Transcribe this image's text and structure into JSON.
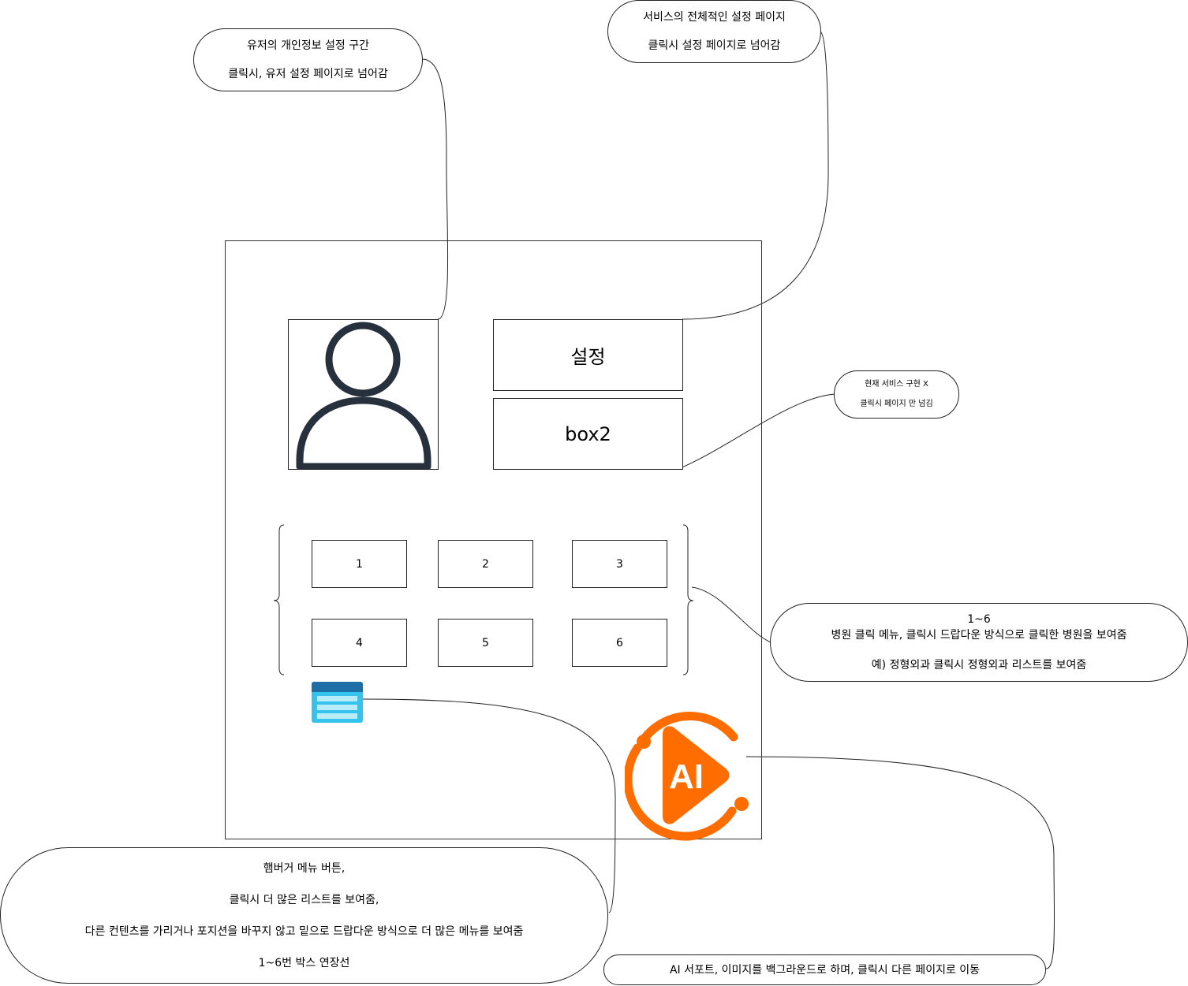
{
  "screen": {
    "settings_label": "설정",
    "box2_label": "box2",
    "grid_items": [
      "1",
      "2",
      "3",
      "4",
      "5",
      "6"
    ]
  },
  "notes": {
    "profile": [
      "유저의 개인정보 설정 구간",
      "클릭시, 유저 설정 페이지로 넘어감"
    ],
    "settings": [
      "서비스의 전체적인 설정 페이지",
      "클릭시 설정 페이지로 넘어감"
    ],
    "box2": [
      "현재 서비스 구현 X",
      "클릭시 페이지 만 넘김"
    ],
    "grid": [
      "1~6",
      "병원 클릭 메뉴, 클릭시 드랍다운 방식으로 클릭한 병원을 보여줌",
      "예) 정형외과 클릭시 정형외과 리스트를 보여줌"
    ],
    "hamburger": [
      "햄버거 메뉴 버튼,",
      "클릭시 더 많은 리스트를 보여줌,",
      "다른 컨텐츠를 가리거나 포지션을 바꾸지 않고 밑으로 드랍다운 방식으로 더 많은 메뉴를 보여줌",
      "1~6번 박스 연장선"
    ],
    "ai": [
      "AI 서포트, 이미지를 백그라운드로 하며, 클릭시 다른 페이지로 이동"
    ]
  },
  "ai_logo_text": "AI",
  "icons": {
    "profile": "user-avatar-icon",
    "menu": "hamburger-menu-icon",
    "ai": "ai-play-logo-icon"
  },
  "colors": {
    "avatar_stroke": "#27303d",
    "ai_orange": "#ff6d00",
    "menu_dark": "#1e6fa8",
    "menu_light": "#33c3ec"
  }
}
